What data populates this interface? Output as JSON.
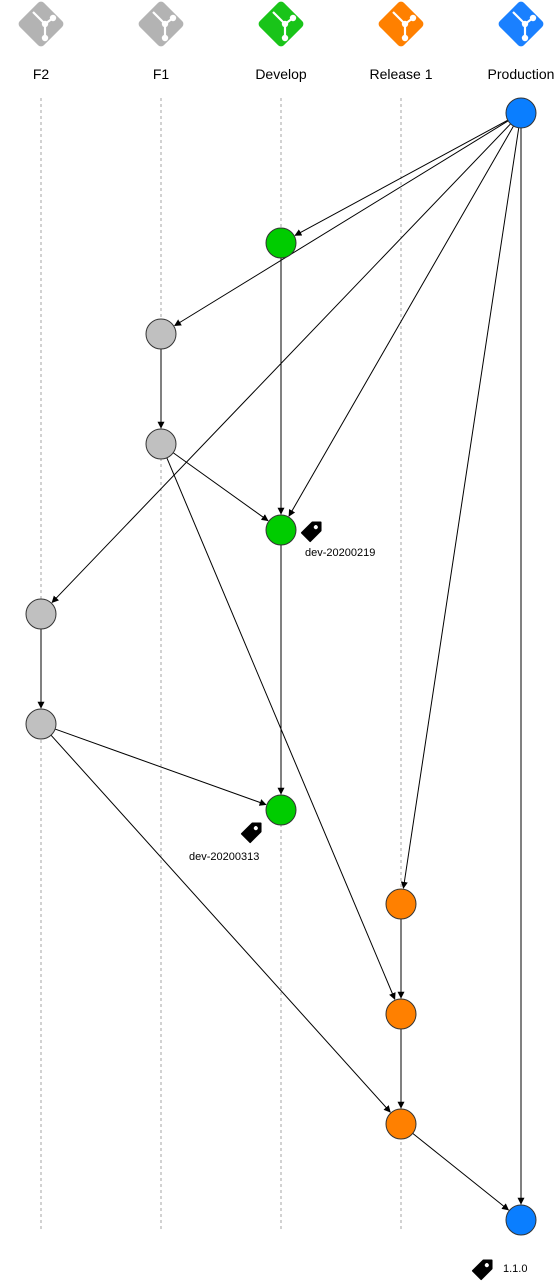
{
  "colors": {
    "F2": "#b3b3b3",
    "F1": "#b3b3b3",
    "Develop": "#19c419",
    "Release 1": "#ff8000",
    "Production": "#1a80ff",
    "node_grey": "#c0c0c0",
    "node_green": "#00cc00",
    "node_orange": "#ff8000",
    "node_blue": "#0a7eff"
  },
  "branches": [
    {
      "id": "F2",
      "label": "F2",
      "icon": "git-branch-icon"
    },
    {
      "id": "F1",
      "label": "F1",
      "icon": "git-branch-icon"
    },
    {
      "id": "Develop",
      "label": "Develop",
      "icon": "git-branch-icon"
    },
    {
      "id": "Release 1",
      "label": "Release 1",
      "icon": "git-branch-icon"
    },
    {
      "id": "Production",
      "label": "Production",
      "icon": "git-branch-icon"
    }
  ],
  "commits": [
    {
      "id": "p1",
      "branch": "Production",
      "color": "node_blue"
    },
    {
      "id": "d1",
      "branch": "Develop",
      "color": "node_green"
    },
    {
      "id": "f1a",
      "branch": "F1",
      "color": "node_grey"
    },
    {
      "id": "f1b",
      "branch": "F1",
      "color": "node_grey"
    },
    {
      "id": "d2",
      "branch": "Develop",
      "color": "node_green",
      "tag": "dev-20200219"
    },
    {
      "id": "f2a",
      "branch": "F2",
      "color": "node_grey"
    },
    {
      "id": "f2b",
      "branch": "F2",
      "color": "node_grey"
    },
    {
      "id": "d3",
      "branch": "Develop",
      "color": "node_green",
      "tag": "dev-20200313"
    },
    {
      "id": "r1",
      "branch": "Release 1",
      "color": "node_orange"
    },
    {
      "id": "r2",
      "branch": "Release 1",
      "color": "node_orange"
    },
    {
      "id": "r3",
      "branch": "Release 1",
      "color": "node_orange"
    },
    {
      "id": "p2",
      "branch": "Production",
      "color": "node_blue",
      "tag": "1.1.0"
    }
  ],
  "edges": [
    [
      "p1",
      "d1"
    ],
    [
      "p1",
      "f1a"
    ],
    [
      "p1",
      "d2"
    ],
    [
      "p1",
      "f2a"
    ],
    [
      "p1",
      "r1"
    ],
    [
      "p1",
      "p2"
    ],
    [
      "d1",
      "d2"
    ],
    [
      "f1a",
      "f1b"
    ],
    [
      "f1b",
      "d2"
    ],
    [
      "f1b",
      "r2"
    ],
    [
      "d2",
      "d3"
    ],
    [
      "f2a",
      "f2b"
    ],
    [
      "f2b",
      "d3"
    ],
    [
      "f2b",
      "r3"
    ],
    [
      "r1",
      "r2"
    ],
    [
      "r2",
      "r3"
    ],
    [
      "r3",
      "p2"
    ]
  ]
}
